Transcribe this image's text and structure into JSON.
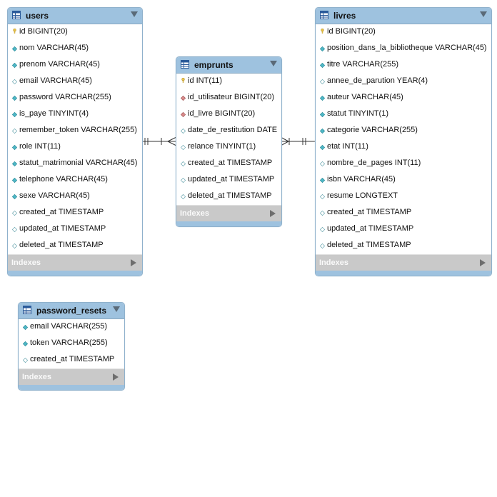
{
  "tables": {
    "users": {
      "name": "users",
      "indexes_label": "Indexes",
      "columns": [
        {
          "label": "id BIGINT(20)",
          "kind": "pk"
        },
        {
          "label": "nom VARCHAR(45)",
          "kind": "nn"
        },
        {
          "label": "prenom VARCHAR(45)",
          "kind": "nn"
        },
        {
          "label": "email VARCHAR(45)",
          "kind": "null"
        },
        {
          "label": "password VARCHAR(255)",
          "kind": "nn"
        },
        {
          "label": "is_paye TINYINT(4)",
          "kind": "nn"
        },
        {
          "label": "remember_token VARCHAR(255)",
          "kind": "null"
        },
        {
          "label": "role INT(11)",
          "kind": "nn"
        },
        {
          "label": "statut_matrimonial VARCHAR(45)",
          "kind": "nn"
        },
        {
          "label": "telephone VARCHAR(45)",
          "kind": "nn"
        },
        {
          "label": "sexe VARCHAR(45)",
          "kind": "nn"
        },
        {
          "label": "created_at TIMESTAMP",
          "kind": "null"
        },
        {
          "label": "updated_at TIMESTAMP",
          "kind": "null"
        },
        {
          "label": "deleted_at TIMESTAMP",
          "kind": "null"
        }
      ]
    },
    "emprunts": {
      "name": "emprunts",
      "indexes_label": "Indexes",
      "columns": [
        {
          "label": "id INT(11)",
          "kind": "pk"
        },
        {
          "label": "id_utilisateur BIGINT(20)",
          "kind": "fk"
        },
        {
          "label": "id_livre BIGINT(20)",
          "kind": "fk"
        },
        {
          "label": "date_de_restitution DATE",
          "kind": "null"
        },
        {
          "label": "relance TINYINT(1)",
          "kind": "null"
        },
        {
          "label": "created_at TIMESTAMP",
          "kind": "null"
        },
        {
          "label": "updated_at TIMESTAMP",
          "kind": "null"
        },
        {
          "label": "deleted_at TIMESTAMP",
          "kind": "null"
        }
      ]
    },
    "livres": {
      "name": "livres",
      "indexes_label": "Indexes",
      "columns": [
        {
          "label": "id BIGINT(20)",
          "kind": "pk"
        },
        {
          "label": "position_dans_la_bibliotheque VARCHAR(45)",
          "kind": "nn"
        },
        {
          "label": "titre VARCHAR(255)",
          "kind": "nn"
        },
        {
          "label": "annee_de_parution YEAR(4)",
          "kind": "null"
        },
        {
          "label": "auteur VARCHAR(45)",
          "kind": "nn"
        },
        {
          "label": "statut TINYINT(1)",
          "kind": "nn"
        },
        {
          "label": "categorie VARCHAR(255)",
          "kind": "nn"
        },
        {
          "label": "etat INT(11)",
          "kind": "nn"
        },
        {
          "label": "nombre_de_pages INT(11)",
          "kind": "null"
        },
        {
          "label": "isbn VARCHAR(45)",
          "kind": "nn"
        },
        {
          "label": "resume LONGTEXT",
          "kind": "null"
        },
        {
          "label": "created_at TIMESTAMP",
          "kind": "null"
        },
        {
          "label": "updated_at TIMESTAMP",
          "kind": "null"
        },
        {
          "label": "deleted_at TIMESTAMP",
          "kind": "null"
        }
      ]
    },
    "password_resets": {
      "name": "password_resets",
      "indexes_label": "Indexes",
      "columns": [
        {
          "label": "email VARCHAR(255)",
          "kind": "nn"
        },
        {
          "label": "token VARCHAR(255)",
          "kind": "nn"
        },
        {
          "label": "created_at TIMESTAMP",
          "kind": "null"
        }
      ]
    }
  },
  "relationships": [
    {
      "from": "users",
      "to": "emprunts",
      "notation": "one-to-many"
    },
    {
      "from": "livres",
      "to": "emprunts",
      "notation": "one-to-many"
    }
  ],
  "colors": {
    "header": "#9ec2df",
    "pk_key": "#e8c24a",
    "nn_diamond": "#4fb8c7",
    "null_diamond": "#ffffff",
    "fk_diamond": "#d98c8c",
    "indexes_bar": "#c9c9c9"
  }
}
